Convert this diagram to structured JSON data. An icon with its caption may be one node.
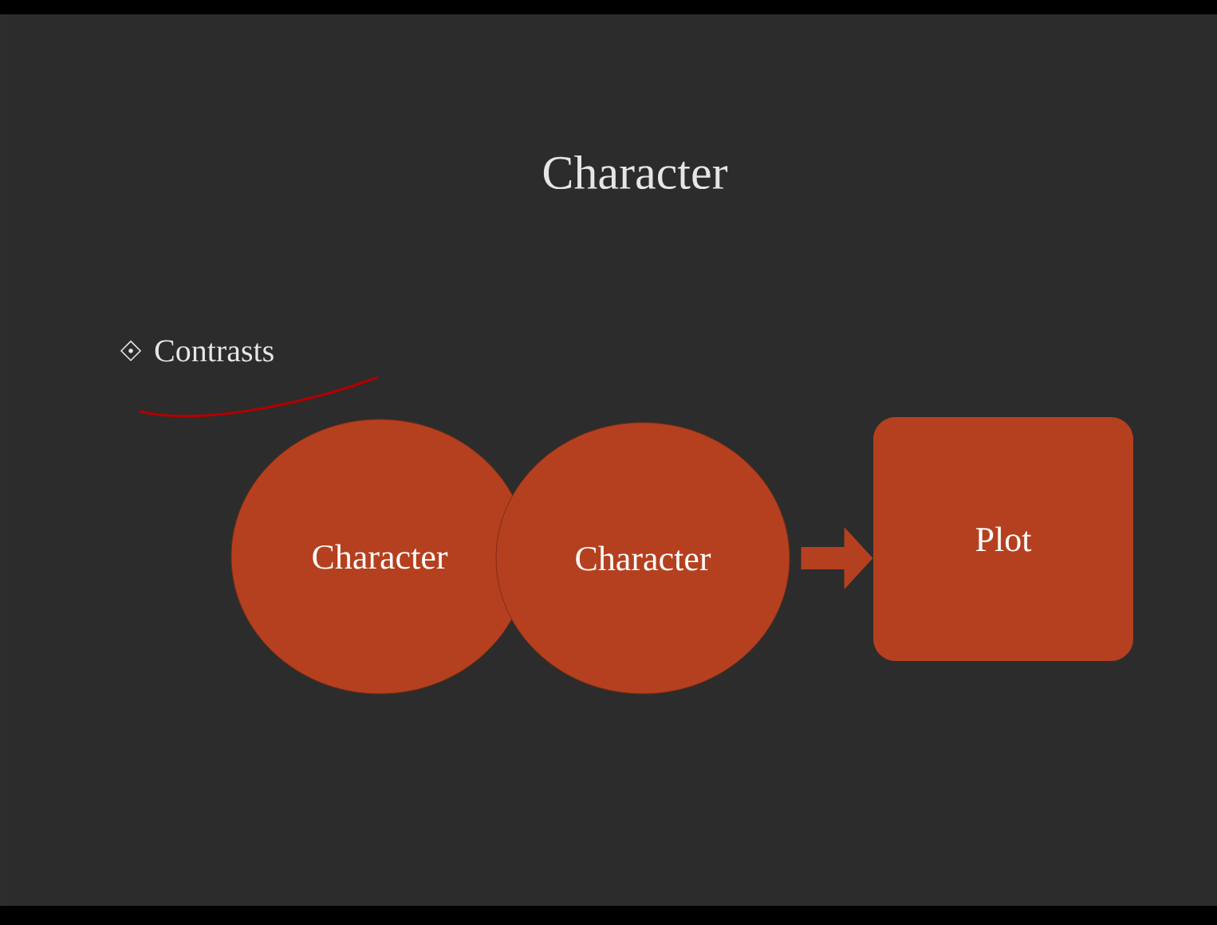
{
  "diagram": {
    "title": "Character",
    "nodes": [
      {
        "text": [
          "Character"
        ]
      },
      {
        "text": [
          "Character"
        ]
      },
      {
        "text": [
          "Plot"
        ]
      }
    ],
    "edges": [
      {
        "from": 1,
        "to": 2,
        "arrow": "to"
      }
    ],
    "labels": [
      "Contrasts"
    ]
  }
}
